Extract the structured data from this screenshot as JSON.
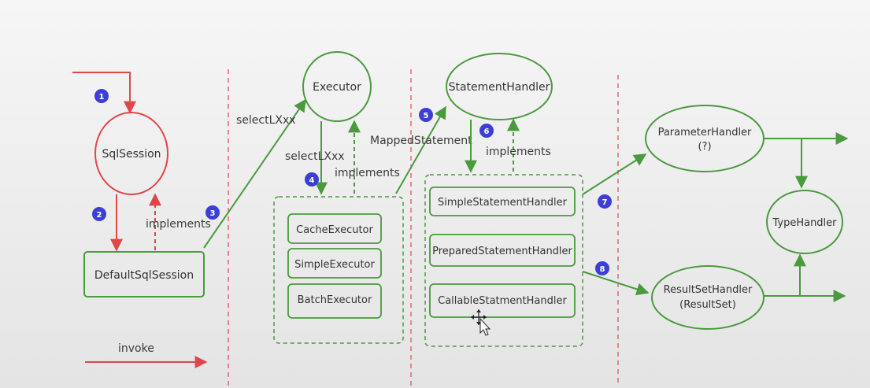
{
  "colors": {
    "green": "#4a9a3e",
    "red": "#e0474b",
    "divider": "#e0474b",
    "badge": "#3b3fd6",
    "badge_text": "#ffffff",
    "text": "#333333"
  },
  "nodes": {
    "sqlsession": "SqlSession",
    "default_sql_session": "DefaultSqlSession",
    "executor": "Executor",
    "cache_executor": "CacheExecutor",
    "simple_executor": "SimpleExecutor",
    "batch_executor": "BatchExecutor",
    "statement_handler": "StatementHandler",
    "simple_statement_handler": "SimpleStatementHandler",
    "prepared_statement_handler": "PreparedStatementHandler",
    "callable_statement_handler": "CallableStatmentHandler",
    "parameter_handler_line1": "ParameterHandler",
    "parameter_handler_line2": "(?)",
    "type_handler": "TypeHandler",
    "resultset_handler_line1": "ResultSetHandler",
    "resultset_handler_line2": "(ResultSet)"
  },
  "edge_labels": {
    "implements_session": "implements",
    "select_top": "selectLXxx",
    "select_mid": "selectLXxx",
    "implements_executor": "implements",
    "mapped_statement": "MappedStatement",
    "implements_handler": "implements"
  },
  "badges": [
    "1",
    "2",
    "3",
    "4",
    "5",
    "6",
    "7",
    "8"
  ],
  "legend": {
    "invoke": "invoke"
  }
}
